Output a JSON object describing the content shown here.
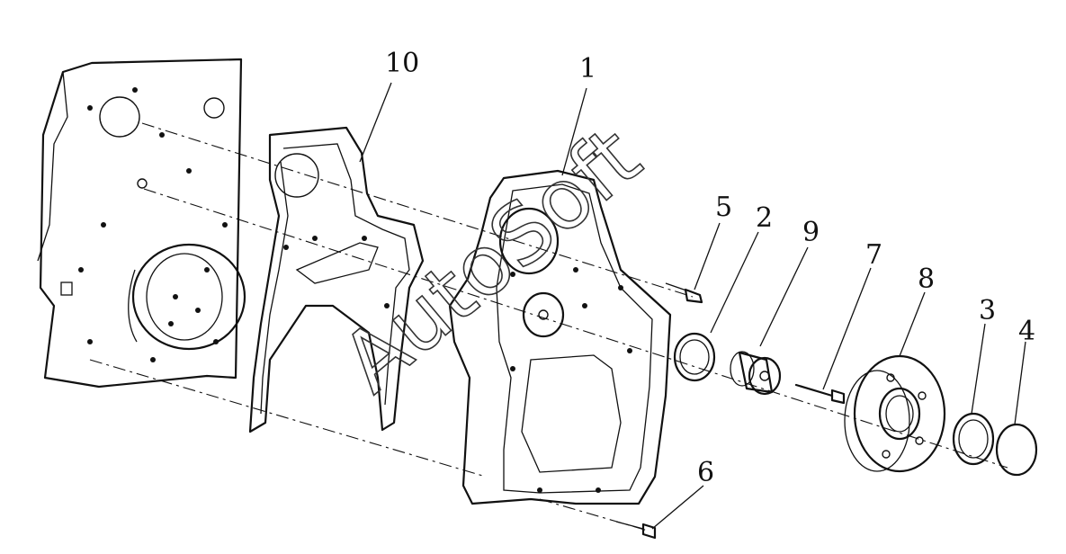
{
  "callouts": [
    {
      "id": "1",
      "label": "1"
    },
    {
      "id": "2",
      "label": "2"
    },
    {
      "id": "3",
      "label": "3"
    },
    {
      "id": "4",
      "label": "4"
    },
    {
      "id": "5",
      "label": "5"
    },
    {
      "id": "6",
      "label": "6"
    },
    {
      "id": "7",
      "label": "7"
    },
    {
      "id": "8",
      "label": "8"
    },
    {
      "id": "9",
      "label": "9"
    },
    {
      "id": "10",
      "label": "10"
    }
  ],
  "watermark": "AutoSoft",
  "colors": {
    "line": "#111111",
    "background": "#ffffff"
  }
}
